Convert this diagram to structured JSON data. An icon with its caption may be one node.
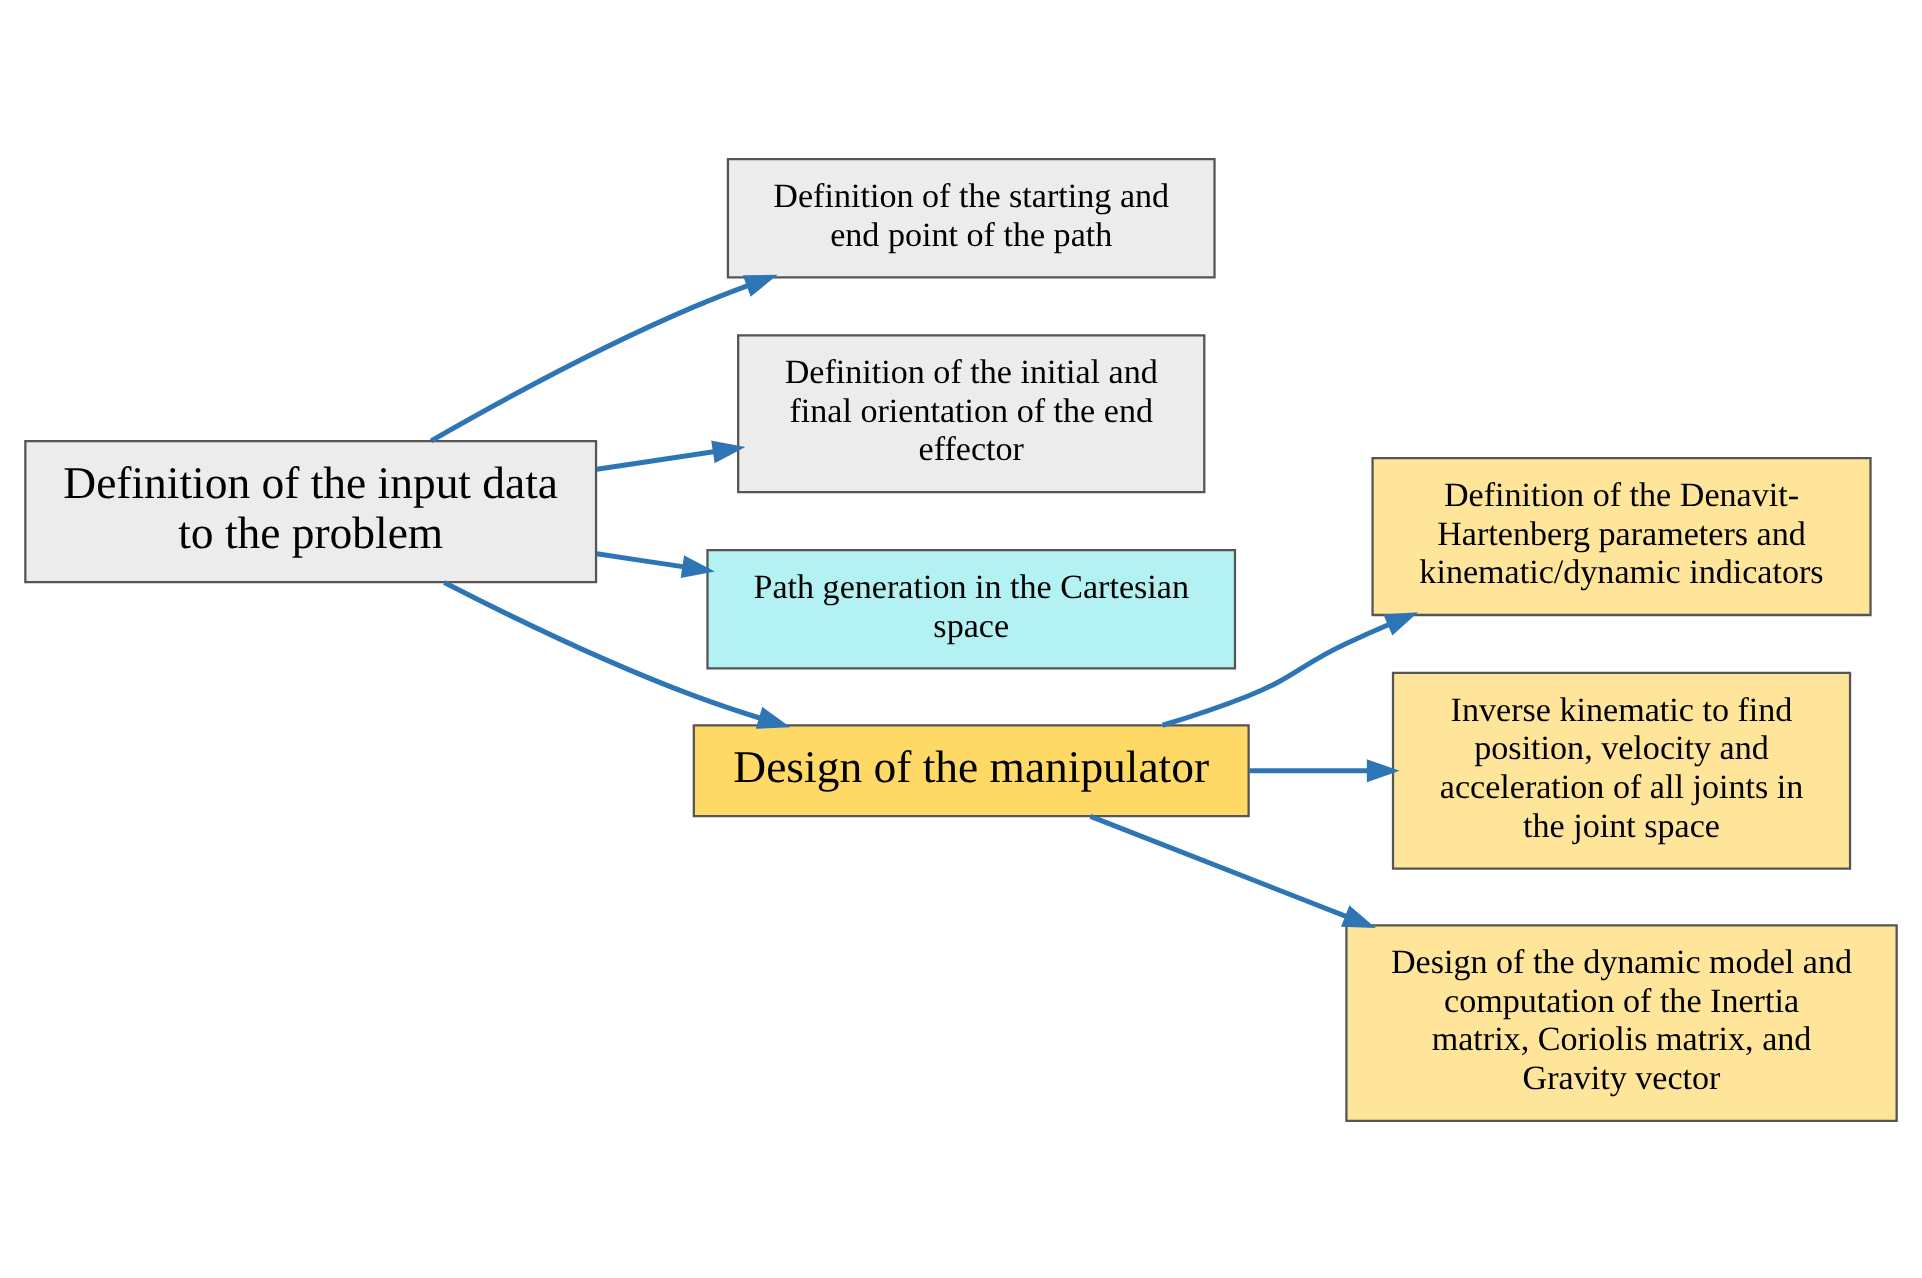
{
  "diagram": {
    "nodes": [
      {
        "text": [
          "Definition of the input data to the problem"
        ]
      },
      {
        "text": [
          "Definition of the starting and end point of the path"
        ]
      },
      {
        "text": [
          "Definition of the initial and final orientation of the end effector"
        ]
      },
      {
        "text": [
          "Path generation in the Cartesian space"
        ]
      },
      {
        "text": [
          "Design of the manipulator"
        ]
      },
      {
        "text": [
          "Definition of the Denavit-Hartenberg parameters and kinematic/dynamic indicators"
        ]
      },
      {
        "text": [
          "Inverse kinematic to find position, velocity and acceleration of all joints in the joint space"
        ]
      },
      {
        "text": [
          "Design of the dynamic model and computation of the Inertia matrix, Coriolis matrix, and Gravity vector"
        ]
      }
    ],
    "edges": [
      {
        "from": 0,
        "to": 4,
        "arrow": "to"
      },
      {
        "from": 0,
        "to": 1,
        "arrow": "to"
      },
      {
        "from": 0,
        "to": 2,
        "arrow": "to"
      },
      {
        "from": 0,
        "to": 3,
        "arrow": "to"
      },
      {
        "from": 4,
        "to": 5,
        "arrow": "to"
      },
      {
        "from": 4,
        "to": 6,
        "arrow": "to"
      },
      {
        "from": 4,
        "to": 7,
        "arrow": "to"
      }
    ]
  }
}
